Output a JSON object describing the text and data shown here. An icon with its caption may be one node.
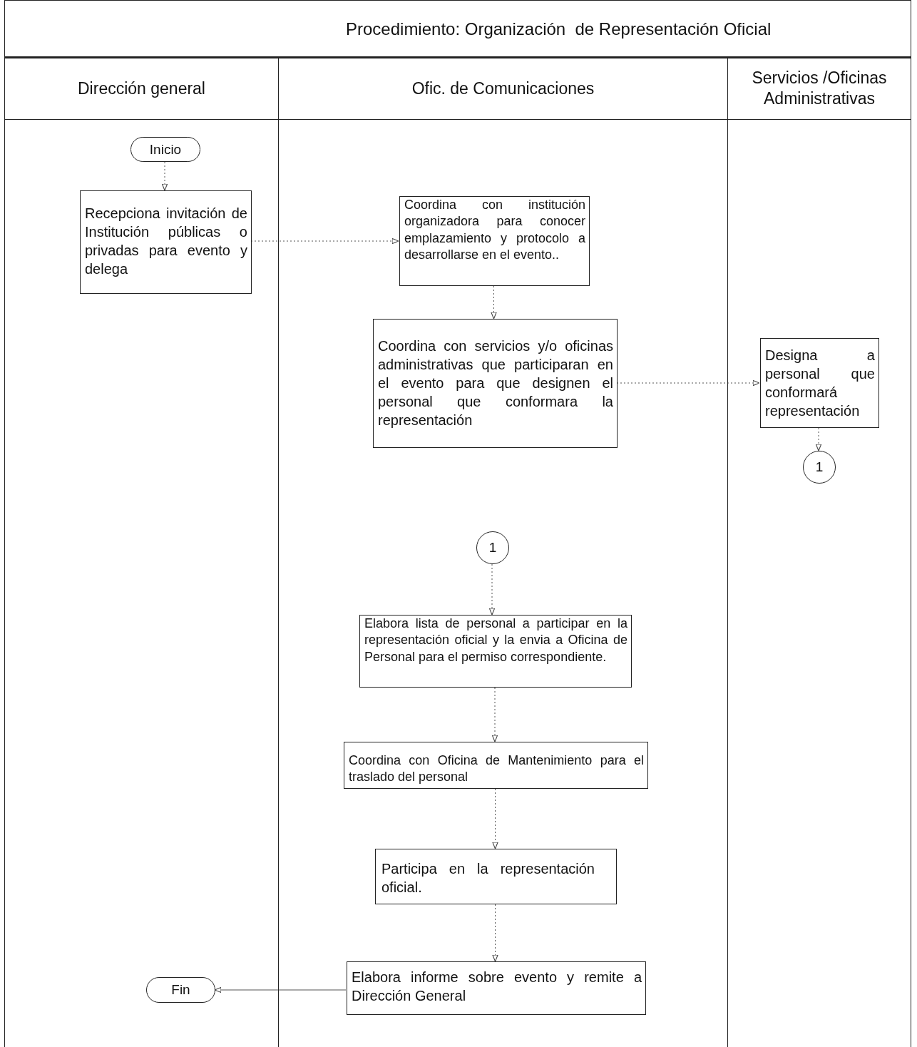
{
  "diagram": {
    "title": "Procedimiento: Organización  de Representación Oficial",
    "nodes": [
      {
        "text": [
          "Dirección general"
        ]
      },
      {
        "text": [
          "Ofic. de Comunicaciones"
        ]
      },
      {
        "text": [
          "Servicios /Oficinas Administrativas"
        ]
      },
      {
        "text": [
          "Inicio"
        ],
        "in": 0
      },
      {
        "text": [
          "Recepciona invitación de Institución públicas o privadas para evento y delega"
        ],
        "in": 0
      },
      {
        "text": [
          "Coordina con institución organizadora para conocer emplazamiento y protocolo a desarrollarse en el evento.."
        ],
        "in": 1
      },
      {
        "text": [
          "Coordina con servicios y/o oficinas administrativas que participaran en el evento para que designen el personal que conformara la representación"
        ],
        "in": 1
      },
      {
        "text": [
          "Designa a personal que conformará representación"
        ],
        "in": 2
      },
      {
        "text": [
          "1"
        ],
        "in": 2
      },
      {
        "text": [
          "1"
        ],
        "in": 1
      },
      {
        "text": [
          "Elabora lista de personal a participar en la representación oficial y la envia a Oficina de Personal para el permiso correspondiente."
        ],
        "in": 1
      },
      {
        "text": [
          "Coordina con Oficina de Mantenimiento para el traslado del personal"
        ],
        "in": 1
      },
      {
        "text": [
          "Participa en la representación oficial."
        ],
        "in": 1
      },
      {
        "text": [
          "Elabora informe sobre evento  y remite  a Dirección General"
        ],
        "in": 1
      },
      {
        "text": [
          "Fin"
        ],
        "in": 0
      }
    ],
    "edges": [
      {
        "from": 3,
        "to": 4,
        "arrow": "to",
        "style": "dashed"
      },
      {
        "from": 4,
        "to": 5,
        "arrow": "to",
        "style": "dashed"
      },
      {
        "from": 5,
        "to": 6,
        "arrow": "to",
        "style": "dashed"
      },
      {
        "from": 6,
        "to": 7,
        "arrow": "to",
        "style": "dashed"
      },
      {
        "from": 7,
        "to": 8,
        "arrow": "to",
        "style": "dashed"
      },
      {
        "from": 9,
        "to": 10,
        "arrow": "to",
        "style": "dashed"
      },
      {
        "from": 10,
        "to": 11,
        "arrow": "to",
        "style": "dashed"
      },
      {
        "from": 11,
        "to": 12,
        "arrow": "to",
        "style": "dashed"
      },
      {
        "from": 12,
        "to": 13,
        "arrow": "to",
        "style": "dashed"
      },
      {
        "from": 13,
        "to": 14,
        "arrow": "to"
      }
    ]
  }
}
